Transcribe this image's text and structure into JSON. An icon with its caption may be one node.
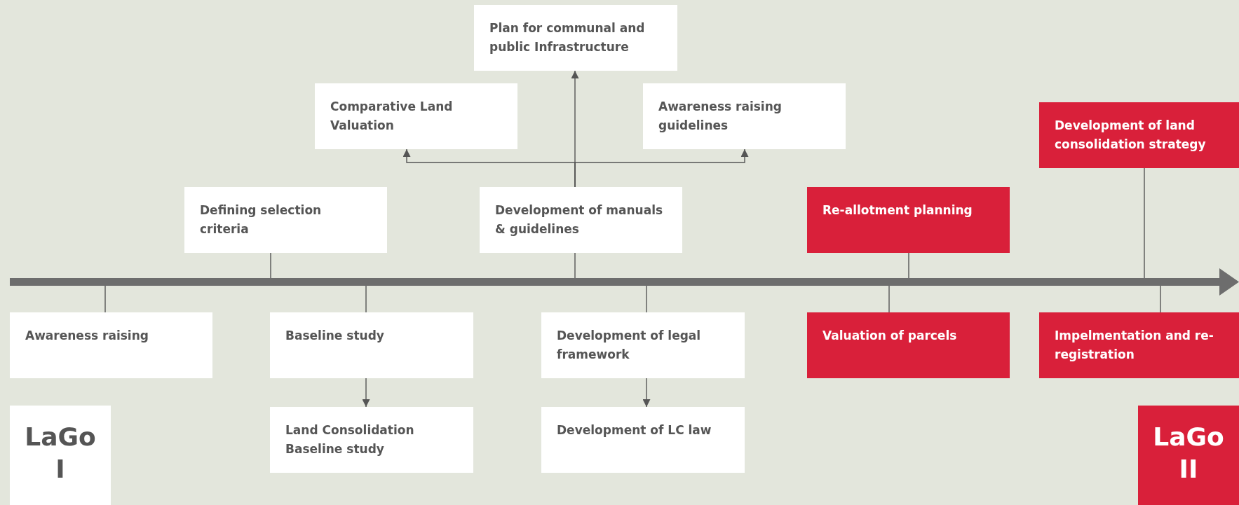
{
  "diagram": {
    "nodes": [
      {
        "text": [
          "Plan for communal and public Infrastructure"
        ]
      },
      {
        "text": [
          "Comparative Land Valuation"
        ]
      },
      {
        "text": [
          "Awareness raising guidelines"
        ]
      },
      {
        "text": [
          "Development of land consolidation strategy"
        ]
      },
      {
        "text": [
          "Defining selection criteria"
        ]
      },
      {
        "text": [
          "Development of manuals & guidelines"
        ]
      },
      {
        "text": [
          "Re-allotment planning"
        ]
      },
      {
        "text": [],
        "shape": "bar"
      },
      {
        "text": [
          "Awareness raising"
        ]
      },
      {
        "text": [
          "Baseline study"
        ]
      },
      {
        "text": [
          "Development of legal framework"
        ]
      },
      {
        "text": [
          "Valuation of parcels"
        ]
      },
      {
        "text": [
          "Impelmentation and re-registration"
        ]
      },
      {
        "text": [
          "Land Consolidation Baseline study"
        ]
      },
      {
        "text": [
          "Development of LC law"
        ]
      },
      {
        "text": [
          "LaGo I"
        ]
      },
      {
        "text": [
          "LaGo II"
        ]
      }
    ],
    "edges": [
      {
        "from": 5,
        "to": 0,
        "arrow": "to"
      },
      {
        "from": 5,
        "to": 1,
        "arrow": "to"
      },
      {
        "from": 5,
        "to": 2,
        "arrow": "to"
      },
      {
        "from": 4,
        "to": 7,
        "arrow": "none"
      },
      {
        "from": 5,
        "to": 7,
        "arrow": "none"
      },
      {
        "from": 6,
        "to": 7,
        "arrow": "none"
      },
      {
        "from": 3,
        "to": 7,
        "arrow": "none"
      },
      {
        "from": 7,
        "to": 8,
        "arrow": "none"
      },
      {
        "from": 7,
        "to": 9,
        "arrow": "none"
      },
      {
        "from": 7,
        "to": 10,
        "arrow": "none"
      },
      {
        "from": 7,
        "to": 11,
        "arrow": "none"
      },
      {
        "from": 7,
        "to": 12,
        "arrow": "none"
      },
      {
        "from": 9,
        "to": 13,
        "arrow": "to"
      },
      {
        "from": 10,
        "to": 14,
        "arrow": "to"
      }
    ]
  }
}
